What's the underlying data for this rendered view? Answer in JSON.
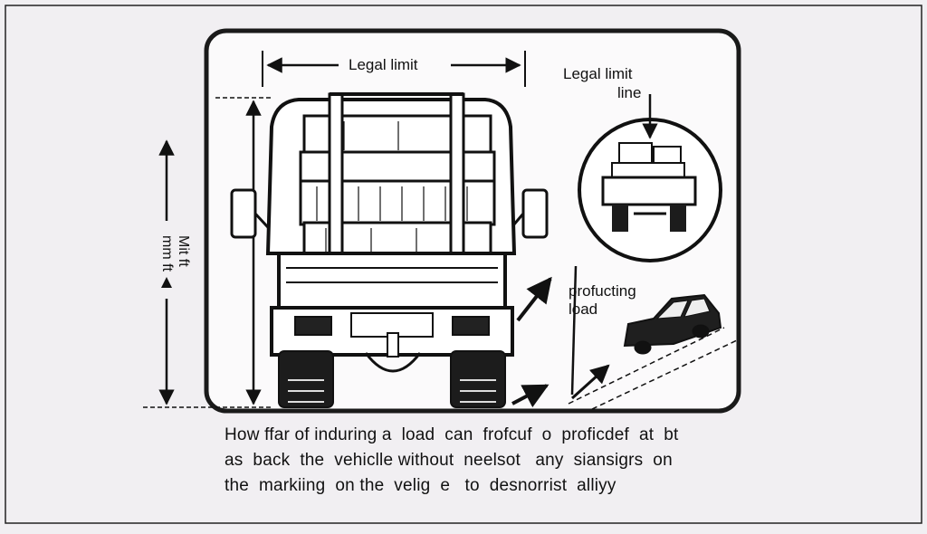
{
  "diagram": {
    "top_dimension_label": "Legal limit",
    "side_dimension_label": [
      "Mit ft",
      "mm ft"
    ],
    "callout_label": [
      "Legal limit",
      "line"
    ],
    "projecting_label": [
      "profucting",
      "load"
    ]
  },
  "caption": {
    "line1": "How ffar of induring a  load  can  frofcuf  o  proficdef  at  bt",
    "line2": "as  back  the  vehiclle without  neelsot   any  siansigrs  on",
    "line3": "the  markiing  on the  velig  e   to  desnorrist  alliyy"
  }
}
